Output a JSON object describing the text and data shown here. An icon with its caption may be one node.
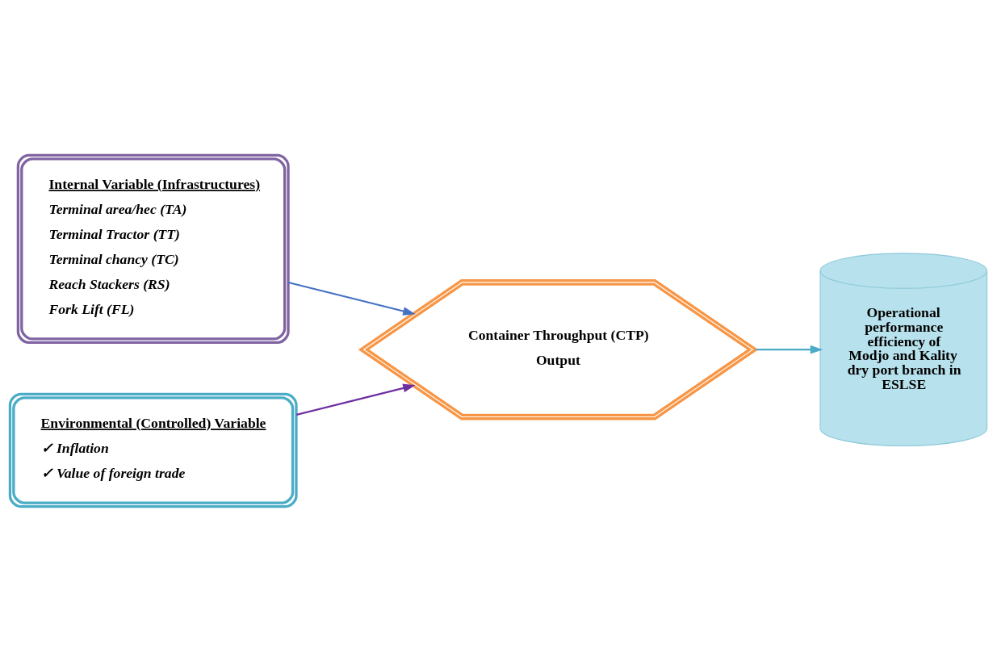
{
  "diagram": {
    "nodes": [
      {
        "text": [
          "Internal Variable (Infrastructures)",
          "Terminal area/hec (TA)",
          "Terminal Tractor (TT)",
          "Terminal chancy (TC)",
          "Reach Stackers (RS)",
          "Fork Lift (FL)"
        ]
      },
      {
        "text": [
          "Environmental (Controlled) Variable",
          "✓ Inflation",
          "✓ Value of foreign trade"
        ]
      },
      {
        "text": [
          "Container Throughput (CTP)",
          "Output"
        ]
      },
      {
        "text": [
          "Operational performance efficiency of Modjo and Kality dry port branch in ESLSE"
        ]
      }
    ],
    "edges": [
      {
        "from": 0,
        "to": 2,
        "arrow": "to",
        "color": "#4472c4"
      },
      {
        "from": 1,
        "to": 2,
        "arrow": "to",
        "color": "#7030a0"
      },
      {
        "from": 2,
        "to": 3,
        "arrow": "to",
        "color": "#4bacc6"
      }
    ]
  }
}
